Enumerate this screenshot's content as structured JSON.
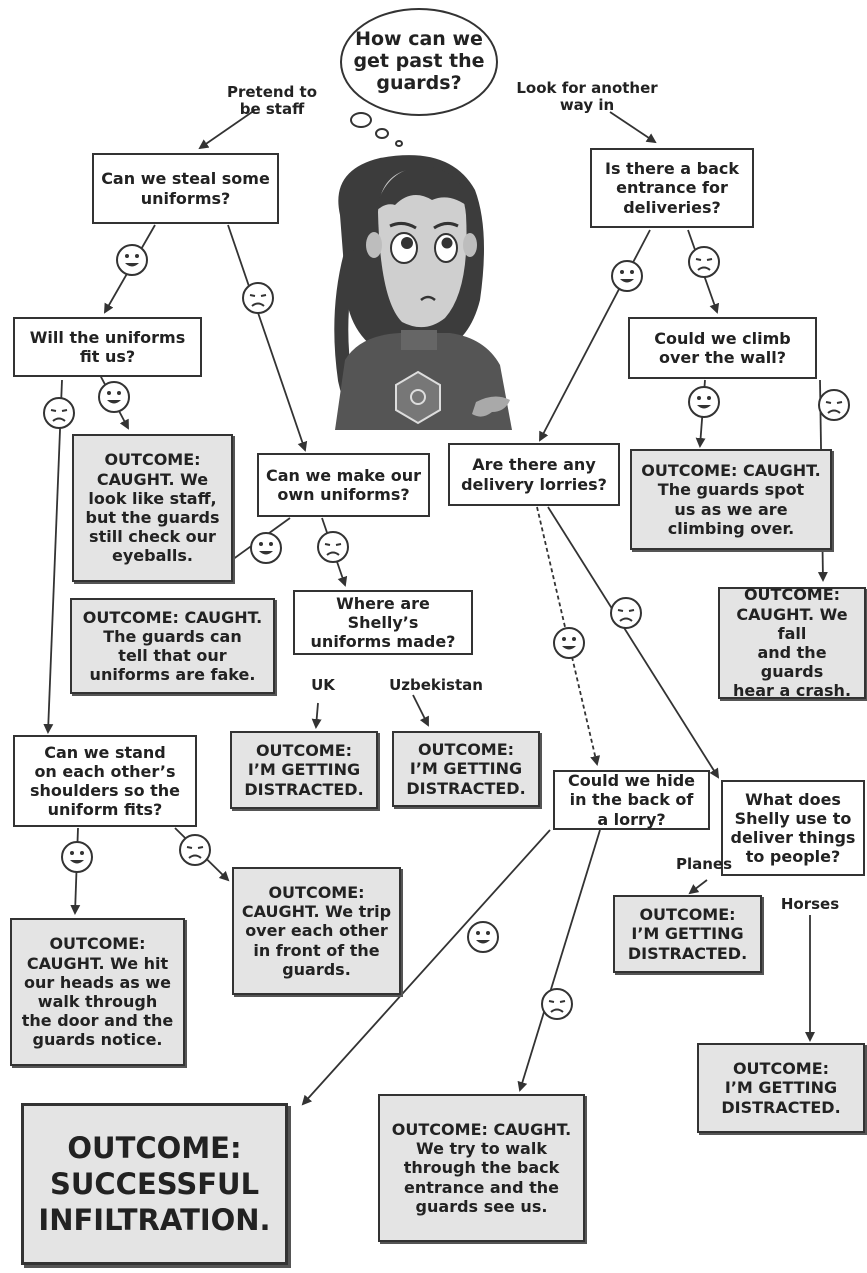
{
  "question": "How can we\nget past the\nguards?",
  "branches": {
    "pretend": "Pretend to\nbe staff",
    "look": "Look for another\nway in"
  },
  "nodes": {
    "steal_uniforms": "Can we steal some\nuniforms?",
    "back_entrance": "Is there a back\nentrance for\ndeliveries?",
    "uniforms_fit": "Will the uniforms\nfit us?",
    "climb_wall": "Could we climb\nover the wall?",
    "make_uniforms": "Can we make our\nown uniforms?",
    "delivery_lorries": "Are there any\ndelivery lorries?",
    "where_made": "Where are Shelly’s\nuniforms made?",
    "stand_shoulders": "Can we stand\non each other’s\nshoulders so the\nuniform fits?",
    "hide_lorry": "Could we hide\nin the back of\na lorry?",
    "shelly_deliver": "What does\nShelly use to\ndeliver things\nto people?"
  },
  "outcomes": {
    "eyeballs": "OUTCOME:\nCAUGHT. We\nlook like staff,\nbut the guards\nstill check our\neyeballs.",
    "fake": "OUTCOME: CAUGHT.\nThe guards can\ntell that our\nuniforms are fake.",
    "climbing": "OUTCOME: CAUGHT.\nThe guards spot\nus as we are\nclimbing over.",
    "crash": "OUTCOME:\nCAUGHT. We fall\nand the guards\nhear a crash.",
    "distracted_uk": "OUTCOME:\nI’M GETTING\nDISTRACTED.",
    "distracted_uz": "OUTCOME:\nI’M GETTING\nDISTRACTED.",
    "heads": "OUTCOME:\nCAUGHT. We hit\nour heads as we\nwalk through\nthe door and the\nguards notice.",
    "trip": "OUTCOME:\nCAUGHT. We trip\nover each other\nin front of the\nguards.",
    "distracted_planes": "OUTCOME:\nI’M GETTING\nDISTRACTED.",
    "distracted_horses": "OUTCOME:\nI’M GETTING\nDISTRACTED.",
    "success": "OUTCOME:\nSUCCESSFUL\nINFILTRATION.",
    "back_entrance_caught": "OUTCOME: CAUGHT.\nWe try to walk\nthrough the back\nentrance and the\nguards see us."
  },
  "edge_labels": {
    "uk": "UK",
    "uzbekistan": "Uzbekistan",
    "planes": "Planes",
    "horses": "Horses"
  },
  "colors": {
    "ink": "#333333",
    "outcome_fill": "#e4e4e4",
    "background": "#ffffff"
  }
}
